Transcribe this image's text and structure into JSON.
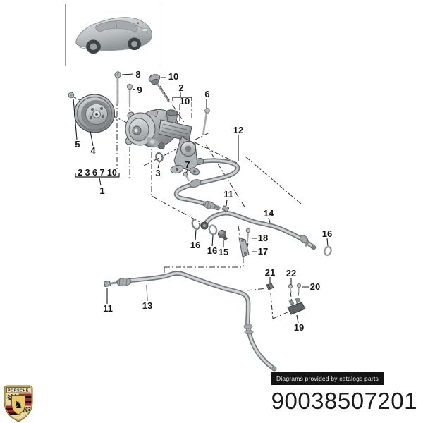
{
  "branding": {
    "crest_text": "PORSCHE"
  },
  "footer": {
    "provider_badge": "Diagrams provided by catalogs parts",
    "part_number": "90038507201"
  },
  "colors": {
    "line": "#161616",
    "metal_light": "#dcdedf",
    "metal_dark": "#84888a",
    "badge_bg": "#141414",
    "crest_gold": "#d9bd72",
    "crest_red": "#b0292f"
  },
  "diagram": {
    "labels": [
      {
        "text": "8"
      },
      {
        "text": "10"
      },
      {
        "text": "9"
      },
      {
        "text": "2"
      },
      {
        "text": "10"
      },
      {
        "text": "6"
      },
      {
        "text": "12"
      },
      {
        "text": "5"
      },
      {
        "text": "4"
      },
      {
        "text": "3"
      },
      {
        "text": "7"
      },
      {
        "text": "2 3 6 7 10"
      },
      {
        "text": "1"
      },
      {
        "text": "11"
      },
      {
        "text": "16"
      },
      {
        "text": "16"
      },
      {
        "text": "15"
      },
      {
        "text": "18"
      },
      {
        "text": "17"
      },
      {
        "text": "14"
      },
      {
        "text": "16"
      },
      {
        "text": "11"
      },
      {
        "text": "13"
      },
      {
        "text": "21"
      },
      {
        "text": "22"
      },
      {
        "text": "20"
      },
      {
        "text": "19"
      }
    ]
  }
}
